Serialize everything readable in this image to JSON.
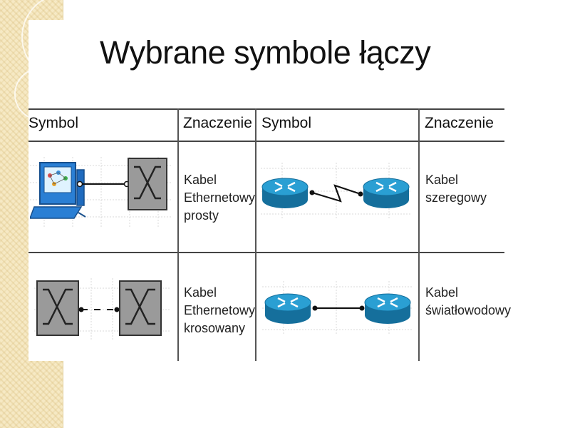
{
  "slide": {
    "title": "Wybrane symbole łączy"
  },
  "table": {
    "headers": [
      "Symbol",
      "Znaczenie",
      "Symbol",
      "Znaczenie"
    ],
    "rows": [
      {
        "left": {
          "symbol": "pc-to-switch-straight-link",
          "meaning": [
            "Kabel",
            "Ethernetowy",
            "prosty"
          ]
        },
        "right": {
          "symbol": "router-serial-link",
          "meaning": [
            "Kabel",
            "szeregowy"
          ]
        }
      },
      {
        "left": {
          "symbol": "switch-crossover-link",
          "meaning": [
            "Kabel",
            "Ethernetowy",
            "krosowany"
          ]
        },
        "right": {
          "symbol": "router-fiber-link",
          "meaning": [
            "Kabel",
            "światłowodowy"
          ]
        }
      }
    ]
  },
  "colors": {
    "router_fill": "#2a9fd3",
    "router_dark": "#156f9c",
    "switch_fill": "#9a9a9a",
    "pc_blue": "#2a7fd4",
    "grid": "#d5d5d5",
    "strip": "#f6e9c4"
  }
}
